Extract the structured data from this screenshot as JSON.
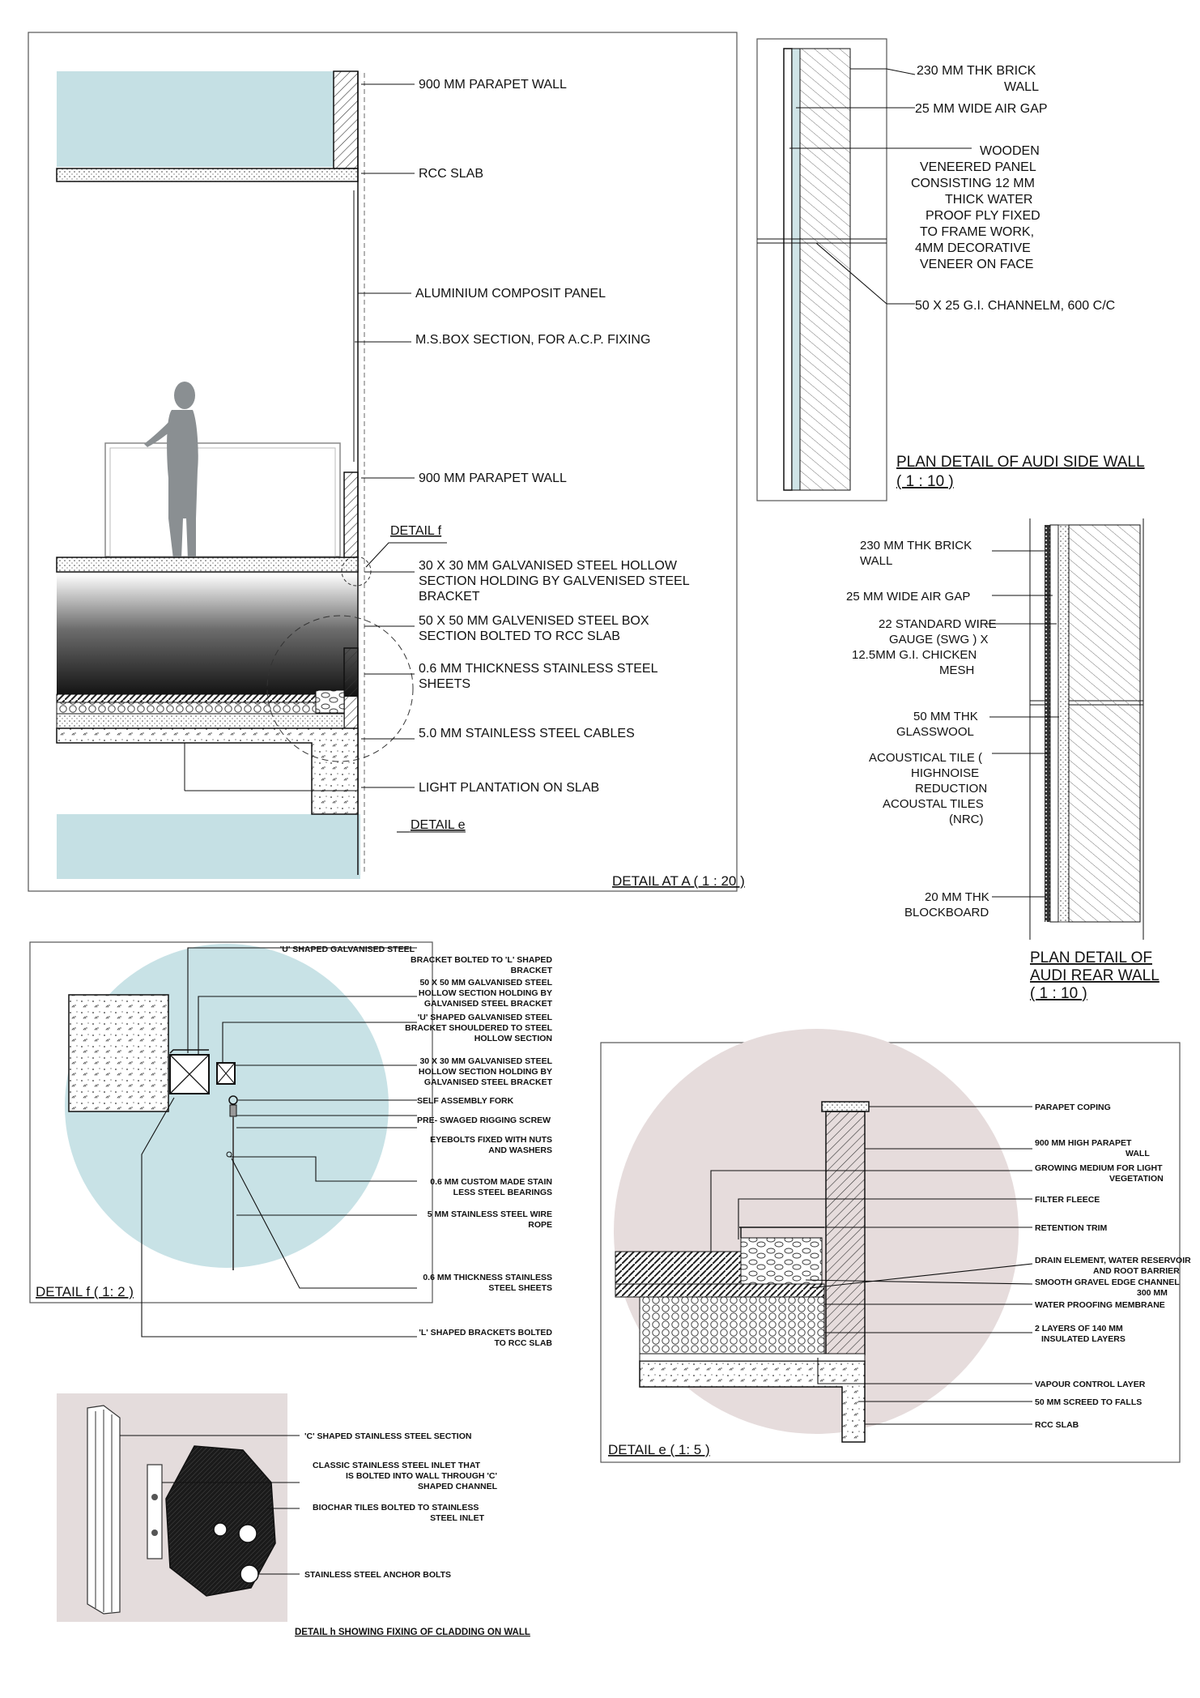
{
  "detail_a": {
    "title": "DETAIL AT A ( 1 : 20 )",
    "labels": [
      "900 MM PARAPET WALL",
      "RCC SLAB",
      "ALUMINIUM COMPOSIT PANEL",
      "M.S.BOX SECTION, FOR A.C.P. FIXING",
      "900 MM PARAPET WALL",
      "DETAIL f",
      "30 X 30 MM GALVANISED STEEL HOLLOW",
      "SECTION HOLDING BY GALVENISED STEEL",
      "BRACKET",
      "50 X 50 MM GALVENISED STEEL BOX",
      "SECTION BOLTED TO RCC SLAB",
      "0.6 MM THICKNESS STAINLESS STEEL",
      "SHEETS",
      "5.0 MM STAINLESS STEEL CABLES",
      "LIGHT PLANTATION ON SLAB",
      "DETAIL e"
    ]
  },
  "plan_side": {
    "title": "PLAN DETAIL OF AUDI SIDE WALL",
    "scale": "( 1 : 10 )",
    "labels": [
      "230 MM THK BRICK",
      "WALL",
      "25 MM WIDE AIR GAP",
      "WOODEN",
      "VENEERED PANEL",
      "CONSISTING 12 MM",
      "THICK WATER",
      "PROOF PLY FIXED",
      "TO FRAME WORK,",
      "4MM DECORATIVE",
      "VENEER ON FACE",
      "50 X 25 G.I. CHANNELM, 600 C/C"
    ]
  },
  "plan_rear": {
    "title1": "PLAN DETAIL OF",
    "title2": "AUDI REAR WALL",
    "scale": "( 1 : 10 )",
    "labels": [
      "230 MM THK BRICK",
      "WALL",
      "25 MM WIDE AIR GAP",
      "22 STANDARD WIRE",
      "GAUGE (SWG ) X",
      "12.5MM G.I. CHICKEN",
      "MESH",
      "50 MM THK",
      "GLASSWOOL",
      "ACOUSTICAL TILE (",
      "HIGHNOISE",
      "REDUCTION",
      "ACOUSTAL TILES",
      "(NRC)",
      "20 MM THK",
      "BLOCKBOARD"
    ]
  },
  "detail_f": {
    "title": "DETAIL f ( 1: 2 )",
    "labels": [
      "'U' SHAPED GALVANISED STEEL",
      "BRACKET BOLTED TO 'L' SHAPED",
      "BRACKET",
      "50 X 50 MM GALVANISED STEEL",
      "HOLLOW SECTION HOLDING BY",
      "GALVANISED STEEL BRACKET",
      "'U' SHAPED GALVANISED STEEL",
      "BRACKET SHOULDERED TO STEEL",
      "HOLLOW SECTION",
      "30 X 30 MM GALVANISED STEEL",
      "HOLLOW SECTION HOLDING BY",
      "GALVANISED STEEL BRACKET",
      "SELF ASSEMBLY FORK",
      "PRE- SWAGED RIGGING SCREW",
      "EYEBOLTS FIXED WITH NUTS",
      "AND WASHERS",
      "0.6 MM CUSTOM MADE STAIN",
      "LESS STEEL BEARINGS",
      "5 MM STAINLESS STEEL WIRE",
      "ROPE",
      "0.6 MM THICKNESS STAINLESS",
      "STEEL SHEETS",
      "'L' SHAPED BRACKETS BOLTED",
      "TO RCC SLAB"
    ]
  },
  "detail_e": {
    "title": "DETAIL e ( 1: 5 )",
    "labels": [
      "PARAPET COPING",
      "900 MM HIGH PARAPET",
      "WALL",
      "GROWING MEDIUM FOR LIGHT",
      "VEGETATION",
      "FILTER FLEECE",
      "RETENTION TRIM",
      "DRAIN ELEMENT, WATER RESERVOIR",
      "AND ROOT BARRIER",
      "SMOOTH GRAVEL EDGE CHANNEL",
      "300 MM",
      "WATER PROOFING MEMBRANE",
      "2 LAYERS OF 140 MM",
      "INSULATED LAYERS",
      "VAPOUR CONTROL LAYER",
      "50 MM SCREED TO FALLS",
      "RCC SLAB"
    ]
  },
  "detail_h": {
    "title": "DETAIL h SHOWING FIXING OF CLADDING ON WALL",
    "labels": [
      "'C' SHAPED STAINLESS STEEL SECTION",
      "CLASSIC STAINLESS STEEL INLET  THAT",
      "IS BOLTED INTO WALL THROUGH 'C'",
      "SHAPED CHANNEL",
      "BIOCHAR TILES BOLTED TO STAINLESS",
      "STEEL INLET",
      "STAINLESS STEEL ANCHOR BOLTS"
    ]
  },
  "colors": {
    "sky": "#c5e0e4",
    "circle_blue": "#c8e2e6",
    "circle_pink": "#e6dcdc",
    "panel_pink": "#e4dcdc",
    "ink": "#111111"
  }
}
